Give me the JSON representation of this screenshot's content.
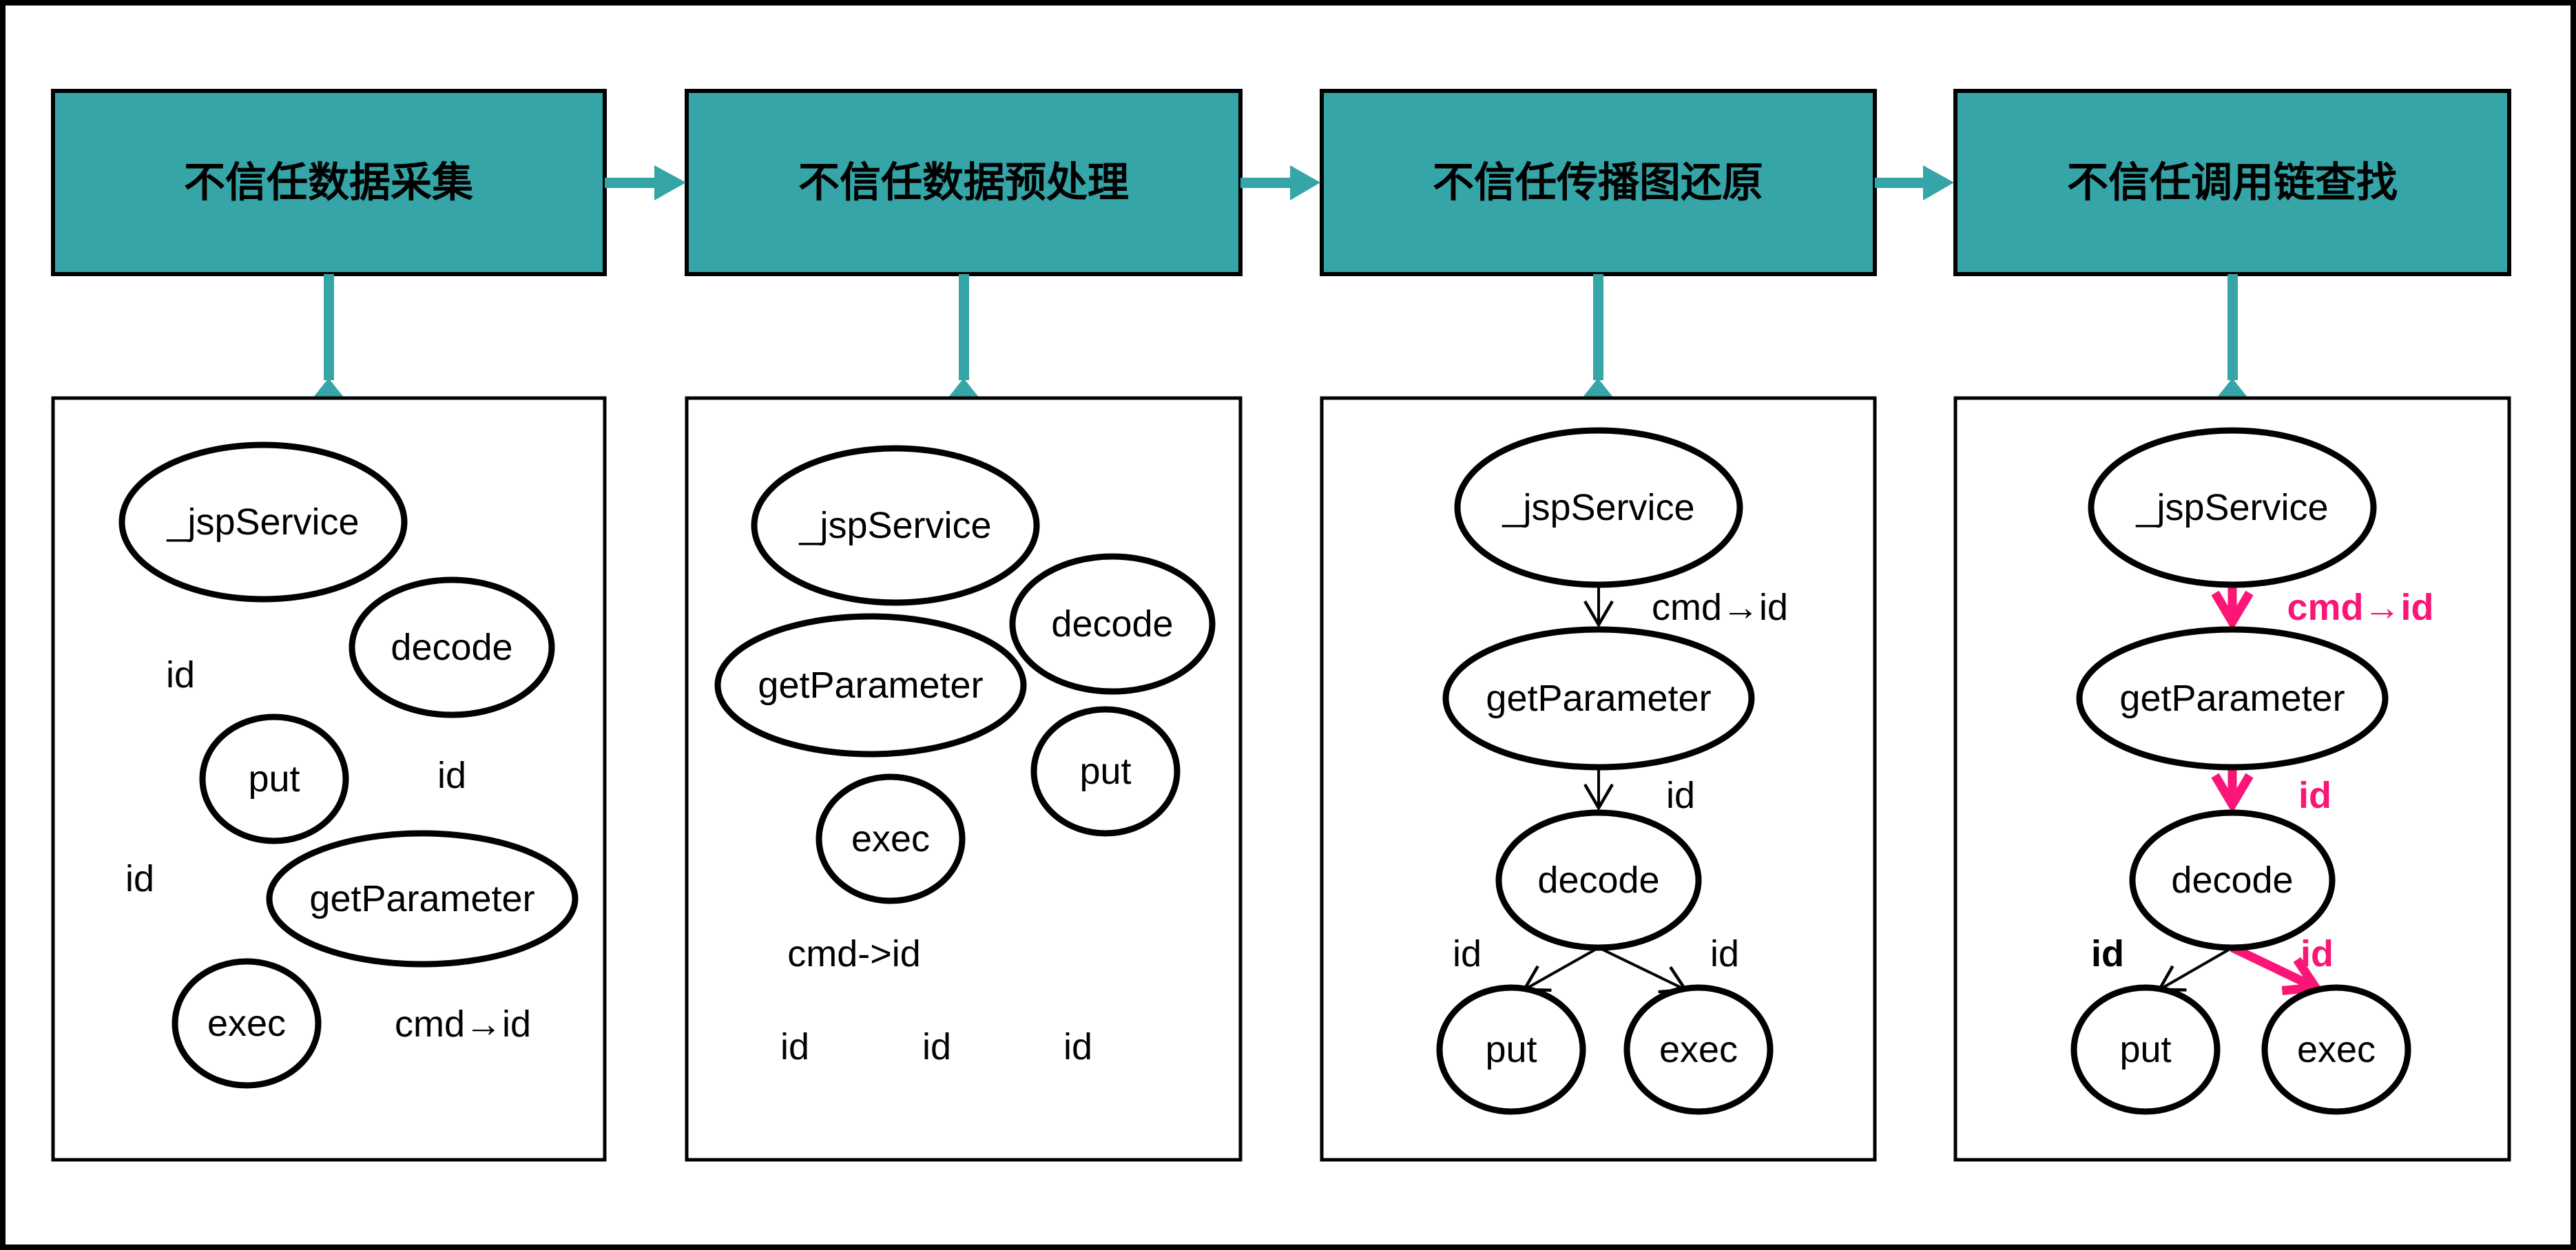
{
  "colors": {
    "stage_fill": "#35A5A8",
    "highlight": "#FA1577",
    "node_stroke": "#000000",
    "panel_bg": "#FFFFFF"
  },
  "stages": [
    {
      "label": "不信任数据采集"
    },
    {
      "label": "不信任数据预处理"
    },
    {
      "label": "不信任传播图还原"
    },
    {
      "label": "不信任调用链查找"
    }
  ],
  "panels": [
    {
      "nodes": [
        "_jspService",
        "decode",
        "put",
        "getParameter",
        "exec"
      ],
      "labels": [
        "id",
        "id",
        "id",
        "cmd→id"
      ]
    },
    {
      "nodes": [
        "_jspService",
        "decode",
        "getParameter",
        "put",
        "exec"
      ],
      "labels": [
        "cmd->id",
        "id",
        "id",
        "id"
      ]
    },
    {
      "nodes": [
        "_jspService",
        "getParameter",
        "decode",
        "put",
        "exec"
      ],
      "labels": [
        "cmd→id",
        "id",
        "id",
        "id"
      ]
    },
    {
      "nodes": [
        "_jspService",
        "getParameter",
        "decode",
        "put",
        "exec"
      ],
      "labels": [
        "cmd→id",
        "id",
        "id",
        "id"
      ]
    }
  ]
}
